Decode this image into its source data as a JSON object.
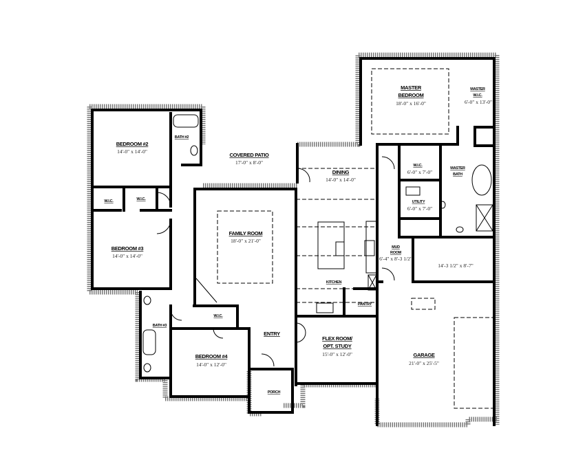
{
  "rooms": {
    "bedroom2": {
      "name": "BEDROOM #2",
      "size": "14'-0\" x 14'-0\""
    },
    "bedroom3": {
      "name": "BEDROOM #3",
      "size": "14'-0\" x 14'-0\""
    },
    "bedroom4": {
      "name": "BEDROOM #4",
      "size": "14'-0\" x 12'-0\""
    },
    "wic_a": {
      "name": "W.I.C."
    },
    "wic_b": {
      "name": "W.I.C."
    },
    "wic_c": {
      "name": "W.I.C."
    },
    "bath2": {
      "name": "BATH #2"
    },
    "bath3": {
      "name": "BATH #3"
    },
    "covered_patio": {
      "name": "COVERED PATIO",
      "size": "17'-0\" x 8'-0\""
    },
    "family_room": {
      "name": "FAMILY ROOM",
      "size": "18'-0\" x 21'-0\""
    },
    "dining": {
      "name": "DINING",
      "size": "14'-0\" x 14'-0\""
    },
    "kitchen": {
      "name": "KITCHEN"
    },
    "pantry": {
      "name": "PANTRY"
    },
    "master_bedroom": {
      "name_line1": "MASTER",
      "name_line2": "BEDROOM",
      "size": "18'-0\" x 16'-0\""
    },
    "master_wic": {
      "name_line1": "MASTER",
      "name_line2": "W.I.C.",
      "size": "6'-0\" x 13'-0\""
    },
    "wic_master_bath": {
      "name": "W.I.C.",
      "size": "6'-0\" x 7'-0\""
    },
    "master_bath": {
      "name_line1": "MASTER",
      "name_line2": "BATH"
    },
    "utility": {
      "name": "UTILITY",
      "size": "6'-0\" x 7'-0\""
    },
    "mud_room": {
      "name_line1": "MUD",
      "name_line2": "ROOM",
      "size": "6'-4\" x 8'-3 1/2\""
    },
    "storage": {
      "size": "14'-3 1/2\" x 8'-7\""
    },
    "entry": {
      "name": "ENTRY"
    },
    "flex_room": {
      "name_line1": "FLEX ROOM/",
      "name_line2": "OPT. STUDY",
      "size": "15'-0\" x 12'-0\""
    },
    "garage": {
      "name": "GARAGE",
      "size": "21'-0\" x 25'-5\""
    },
    "porch": {
      "name": "PORCH"
    }
  }
}
